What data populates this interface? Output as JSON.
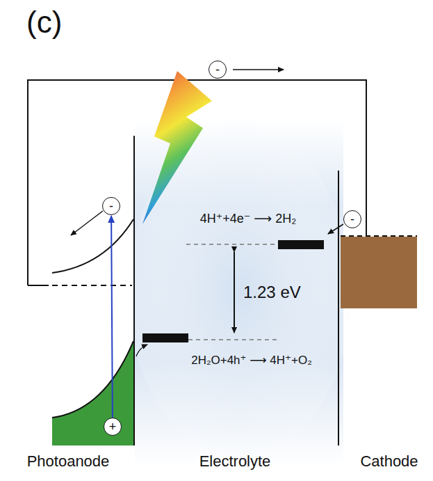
{
  "diagram": {
    "nodes": [
      {
        "text": [
          "-"
        ]
      },
      {
        "text": [
          "-"
        ]
      },
      {
        "text": [
          "-"
        ]
      },
      {
        "text": [
          "+"
        ]
      }
    ],
    "edges": [
      {
        "from": 3,
        "to": 1,
        "arrow": "to"
      }
    ],
    "labels": [
      "(c)",
      "4H⁺+4e⁻ ⟶ 2H₂",
      "1.23 eV",
      "2H₂O+4h⁺ ⟶ 4H⁺+O₂",
      "Photoanode",
      "Electrolyte",
      "Cathode"
    ]
  }
}
